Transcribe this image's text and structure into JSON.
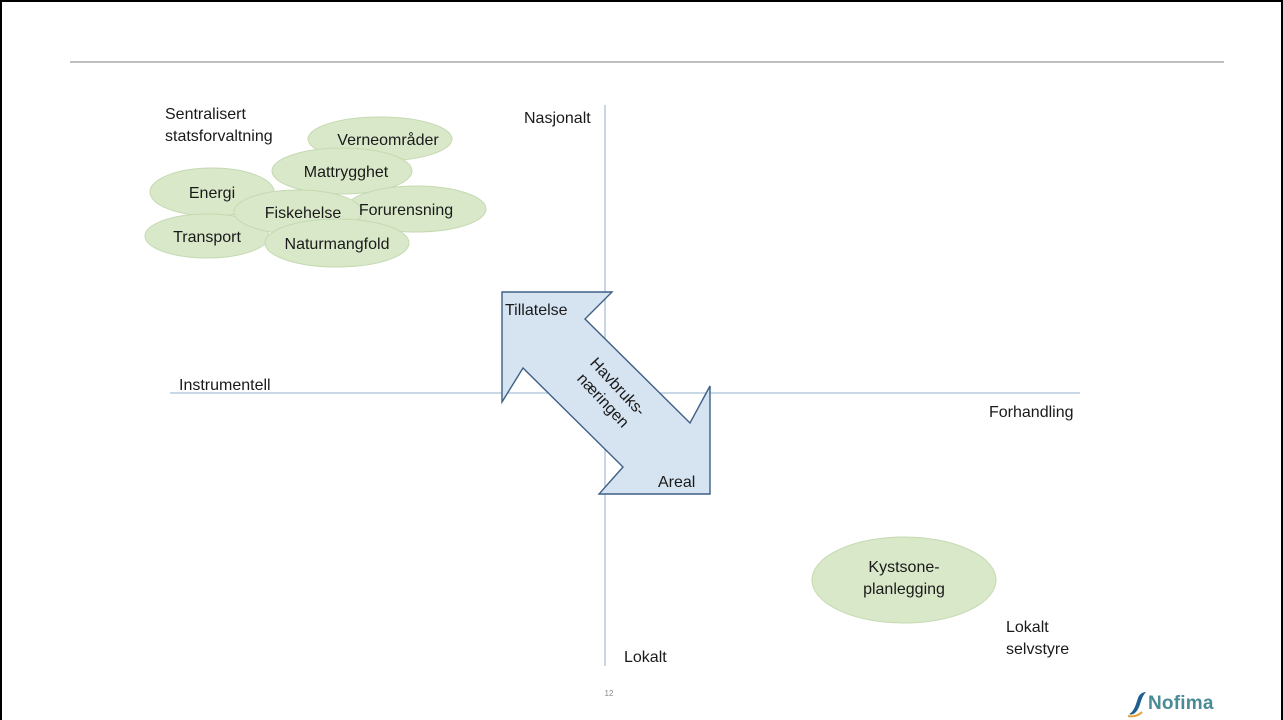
{
  "slide": {
    "page_number": "12",
    "brand": "Nofima"
  },
  "axes": {
    "top": "Nasjonalt",
    "bottom": "Lokalt",
    "left": "Instrumentell",
    "right": "Forhandling"
  },
  "corners": {
    "top_left_line1": "Sentralisert",
    "top_left_line2": "statsforvaltning",
    "bottom_right_line1": "Lokalt",
    "bottom_right_line2": "selvstyre"
  },
  "national_topics": [
    "Verneområder",
    "Mattrygghet",
    "Energi",
    "Fiskehelse",
    "Forurensning",
    "Transport",
    "Naturmangfold"
  ],
  "local_topic": {
    "line1": "Kystsone-",
    "line2": "planlegging"
  },
  "arrow": {
    "top_end": "Tillatelse",
    "bottom_end": "Areal",
    "center_line1": "Havbruks-",
    "center_line2": "næringen"
  },
  "colors": {
    "ellipse_fill": "#d9e8c9",
    "ellipse_stroke": "#c4d9b0",
    "arrow_fill": "#d6e4f2",
    "arrow_stroke": "#3e5f86",
    "axis_line": "#a9bfd8",
    "header_rule": "#7f7f7f",
    "brand": "#4a8c96"
  }
}
